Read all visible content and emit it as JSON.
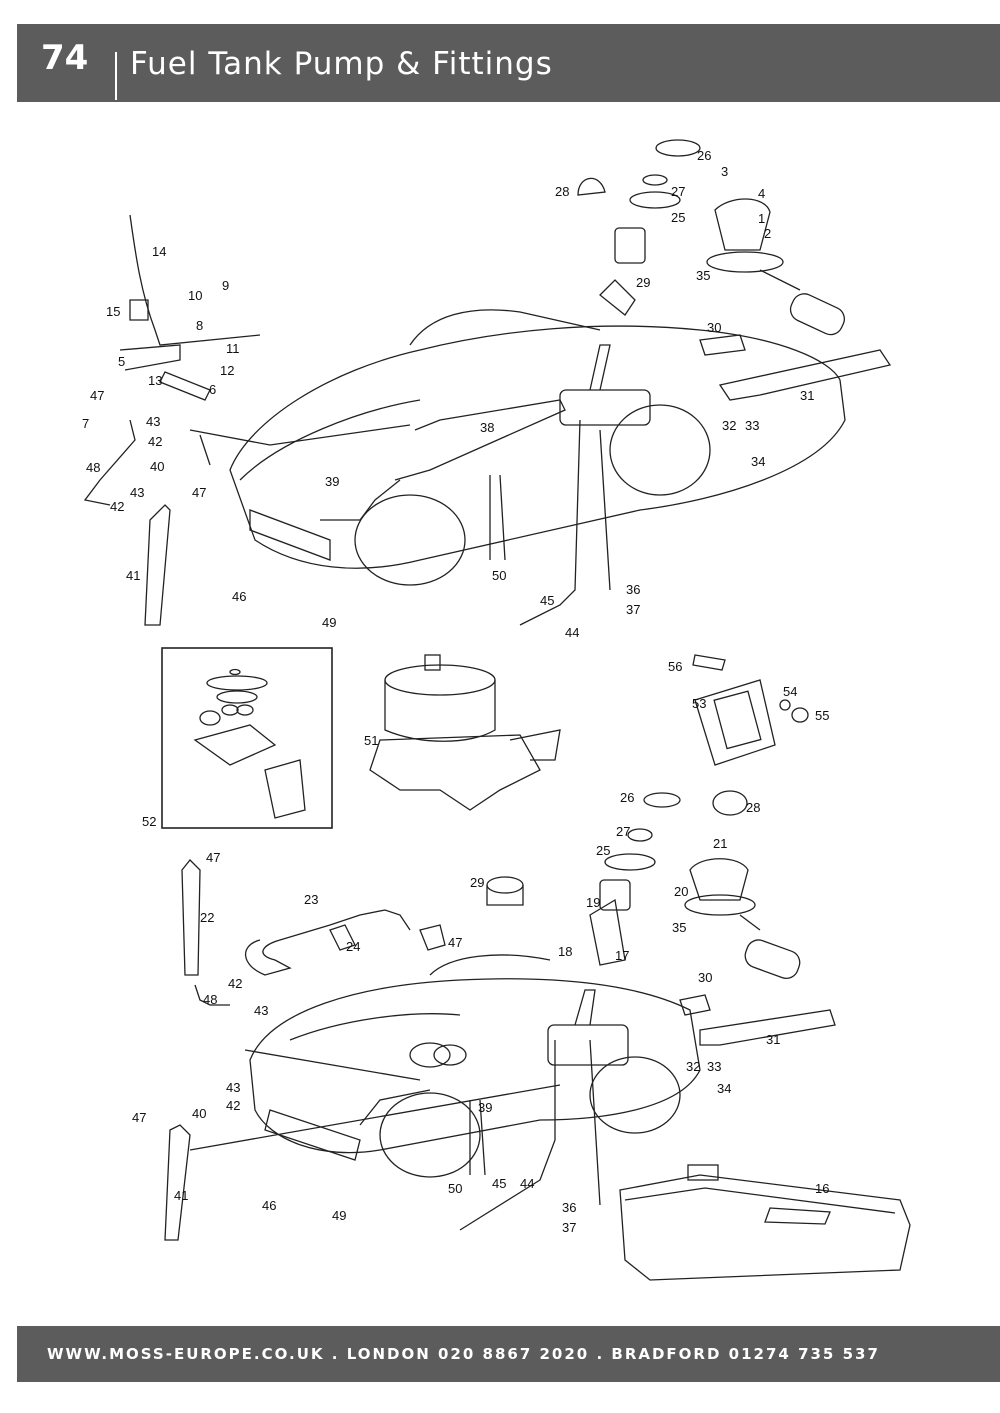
{
  "header": {
    "page_number": "74",
    "title": "Fuel Tank Pump & Fittings"
  },
  "footer": {
    "text": "WWW.MOSS-EUROPE.CO.UK . LONDON 020 8867 2020 . BRADFORD 01274 735 537"
  },
  "callouts": [
    "1",
    "2",
    "3",
    "4",
    "5",
    "6",
    "7",
    "8",
    "9",
    "10",
    "11",
    "12",
    "13",
    "14",
    "15",
    "16",
    "17",
    "18",
    "19",
    "20",
    "21",
    "22",
    "23",
    "24",
    "25",
    "26",
    "27",
    "28",
    "29",
    "30",
    "31",
    "32",
    "33",
    "34",
    "35",
    "36",
    "37",
    "38",
    "39",
    "40",
    "41",
    "42",
    "43",
    "44",
    "45",
    "46",
    "47",
    "48",
    "49",
    "50",
    "51",
    "52",
    "53",
    "54",
    "55",
    "56"
  ],
  "colors": {
    "header_bg": "#5c5c5c",
    "header_text": "#ffffff",
    "line_art": "#222222"
  }
}
